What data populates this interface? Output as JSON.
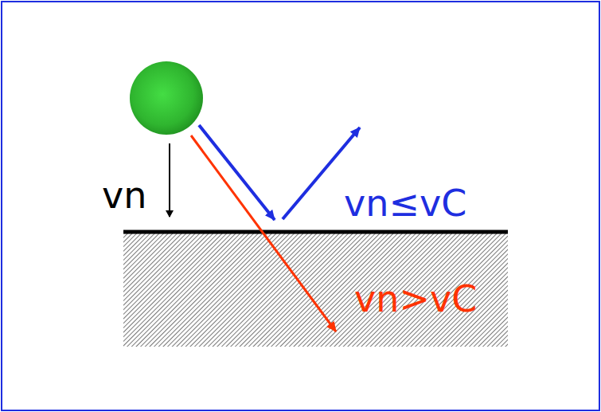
{
  "diagram": {
    "labels": [
      "vn",
      "vn≤vC",
      "vn>vC"
    ]
  }
}
